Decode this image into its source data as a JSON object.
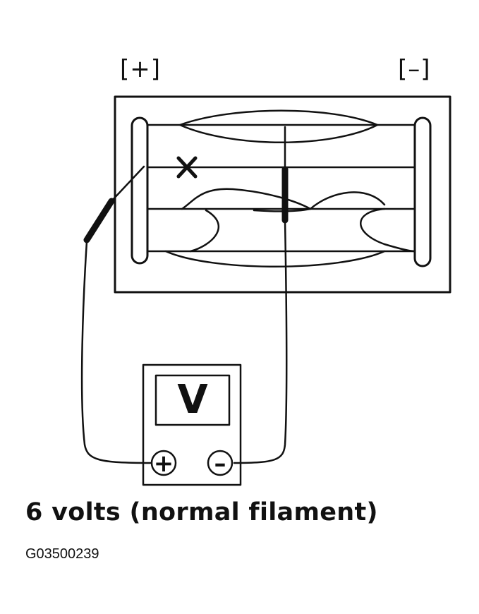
{
  "labels": {
    "positive_terminal": "[+]",
    "negative_terminal": "[–]"
  },
  "meter": {
    "letter": "V",
    "positive_jack": "+",
    "negative_jack": "–"
  },
  "caption": "6 volts (normal filament)",
  "figure_id": "G03500239",
  "colors": {
    "ink": "#111111",
    "background": "#ffffff"
  }
}
